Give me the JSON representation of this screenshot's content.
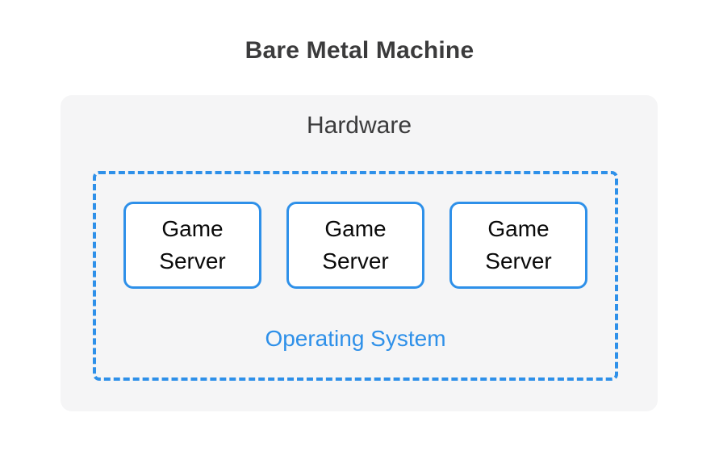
{
  "diagram": {
    "title": "Bare Metal Machine",
    "hardware": {
      "label": "Hardware"
    },
    "operating_system": {
      "label": "Operating System"
    },
    "servers": [
      {
        "label": "Game Server"
      },
      {
        "label": "Game Server"
      },
      {
        "label": "Game Server"
      }
    ],
    "colors": {
      "accent_blue": "#2E90E9",
      "panel_background": "#F5F5F6",
      "title_text": "#3B3B3C",
      "server_text": "#0A0A0A",
      "page_background": "#FFFFFF"
    }
  }
}
